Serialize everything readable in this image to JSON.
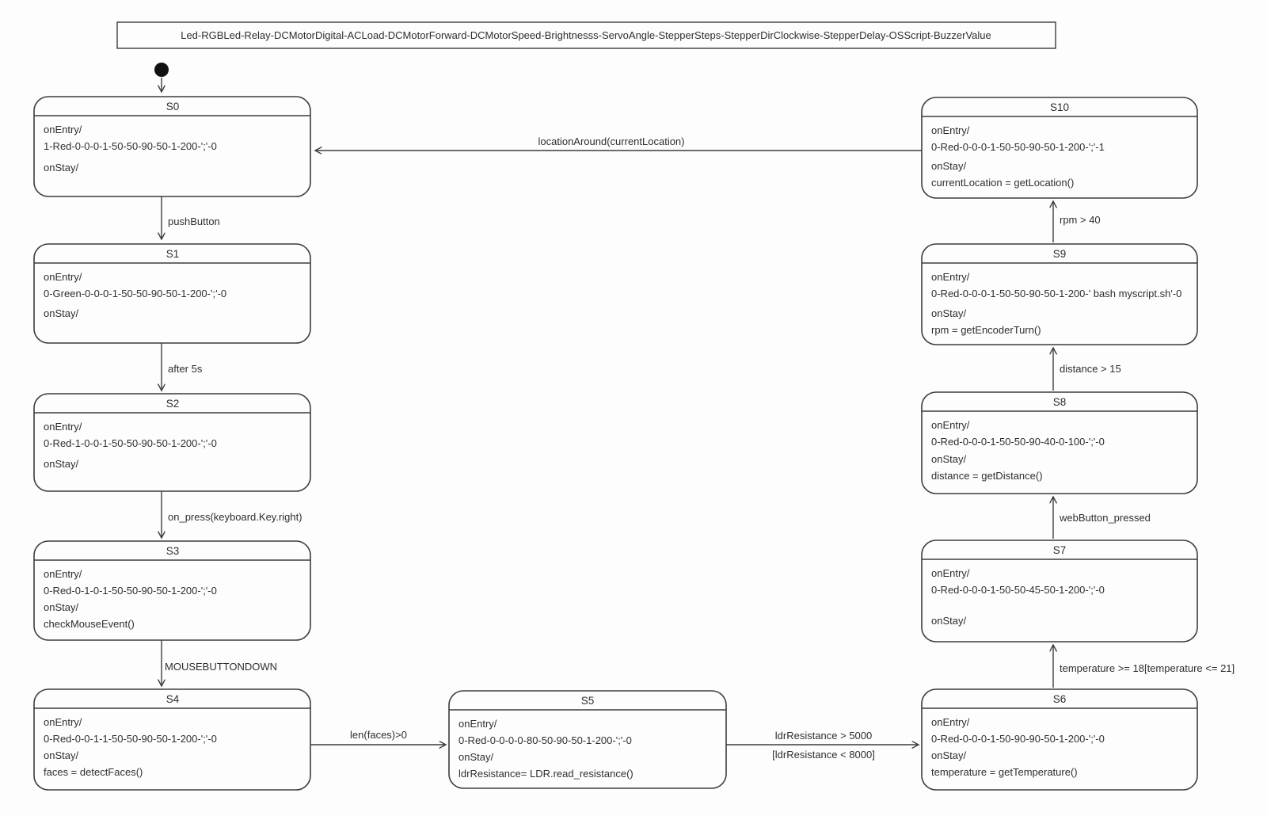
{
  "diagram": {
    "title": "Led-RGBLed-Relay-DCMotorDigital-ACLoad-DCMotorForward-DCMotorSpeed-Brightnesss-ServoAngle-StepperSteps-StepperDirClockwise-StepperDelay-OSScript-BuzzerValue",
    "labels": {
      "entry": "onEntry/",
      "stay": "onStay/"
    },
    "states": [
      {
        "id": "S0",
        "entry": "1-Red-0-0-0-1-50-50-90-50-1-200-';'-0",
        "stay": ""
      },
      {
        "id": "S1",
        "entry": "0-Green-0-0-0-1-50-50-90-50-1-200-';'-0",
        "stay": ""
      },
      {
        "id": "S2",
        "entry": "0-Red-1-0-0-1-50-50-90-50-1-200-';'-0",
        "stay": ""
      },
      {
        "id": "S3",
        "entry": "0-Red-0-1-0-1-50-50-90-50-1-200-';'-0",
        "stay": "checkMouseEvent()"
      },
      {
        "id": "S4",
        "entry": "0-Red-0-0-1-1-50-50-90-50-1-200-';'-0",
        "stay": "faces = detectFaces()"
      },
      {
        "id": "S5",
        "entry": "0-Red-0-0-0-0-80-50-90-50-1-200-';'-0",
        "stay": "ldrResistance= LDR.read_resistance()"
      },
      {
        "id": "S6",
        "entry": "0-Red-0-0-0-1-50-90-90-50-1-200-';'-0",
        "stay": "temperature  = getTemperature()"
      },
      {
        "id": "S7",
        "entry": "0-Red-0-0-0-1-50-50-45-50-1-200-';'-0",
        "stay": ""
      },
      {
        "id": "S8",
        "entry": "0-Red-0-0-0-1-50-50-90-40-0-100-';'-0",
        "stay": "distance = getDistance()"
      },
      {
        "id": "S9",
        "entry": "0-Red-0-0-0-1-50-50-90-50-1-200-' bash myscript.sh'-0",
        "stay": "rpm = getEncoderTurn()"
      },
      {
        "id": "S10",
        "entry": "0-Red-0-0-0-1-50-50-90-50-1-200-';'-1",
        "stay": "currentLocation = getLocation()"
      }
    ],
    "transitions": [
      {
        "from": "initial",
        "to": "S0",
        "label": ""
      },
      {
        "from": "S0",
        "to": "S1",
        "label": "pushButton"
      },
      {
        "from": "S1",
        "to": "S2",
        "label": "after 5s"
      },
      {
        "from": "S2",
        "to": "S3",
        "label": "on_press(keyboard.Key.right)"
      },
      {
        "from": "S3",
        "to": "S4",
        "label": "MOUSEBUTTONDOWN"
      },
      {
        "from": "S4",
        "to": "S5",
        "label": "len(faces)>0"
      },
      {
        "from": "S5",
        "to": "S6",
        "label": "ldrResistance > 5000",
        "label2": "[ldrResistance < 8000]"
      },
      {
        "from": "S6",
        "to": "S7",
        "label": "temperature >= 18[temperature <= 21]"
      },
      {
        "from": "S7",
        "to": "S8",
        "label": "webButton_pressed"
      },
      {
        "from": "S8",
        "to": "S9",
        "label": "distance > 15"
      },
      {
        "from": "S9",
        "to": "S10",
        "label": "rpm > 40"
      },
      {
        "from": "S10",
        "to": "S0",
        "label": "locationAround(currentLocation)"
      }
    ]
  }
}
